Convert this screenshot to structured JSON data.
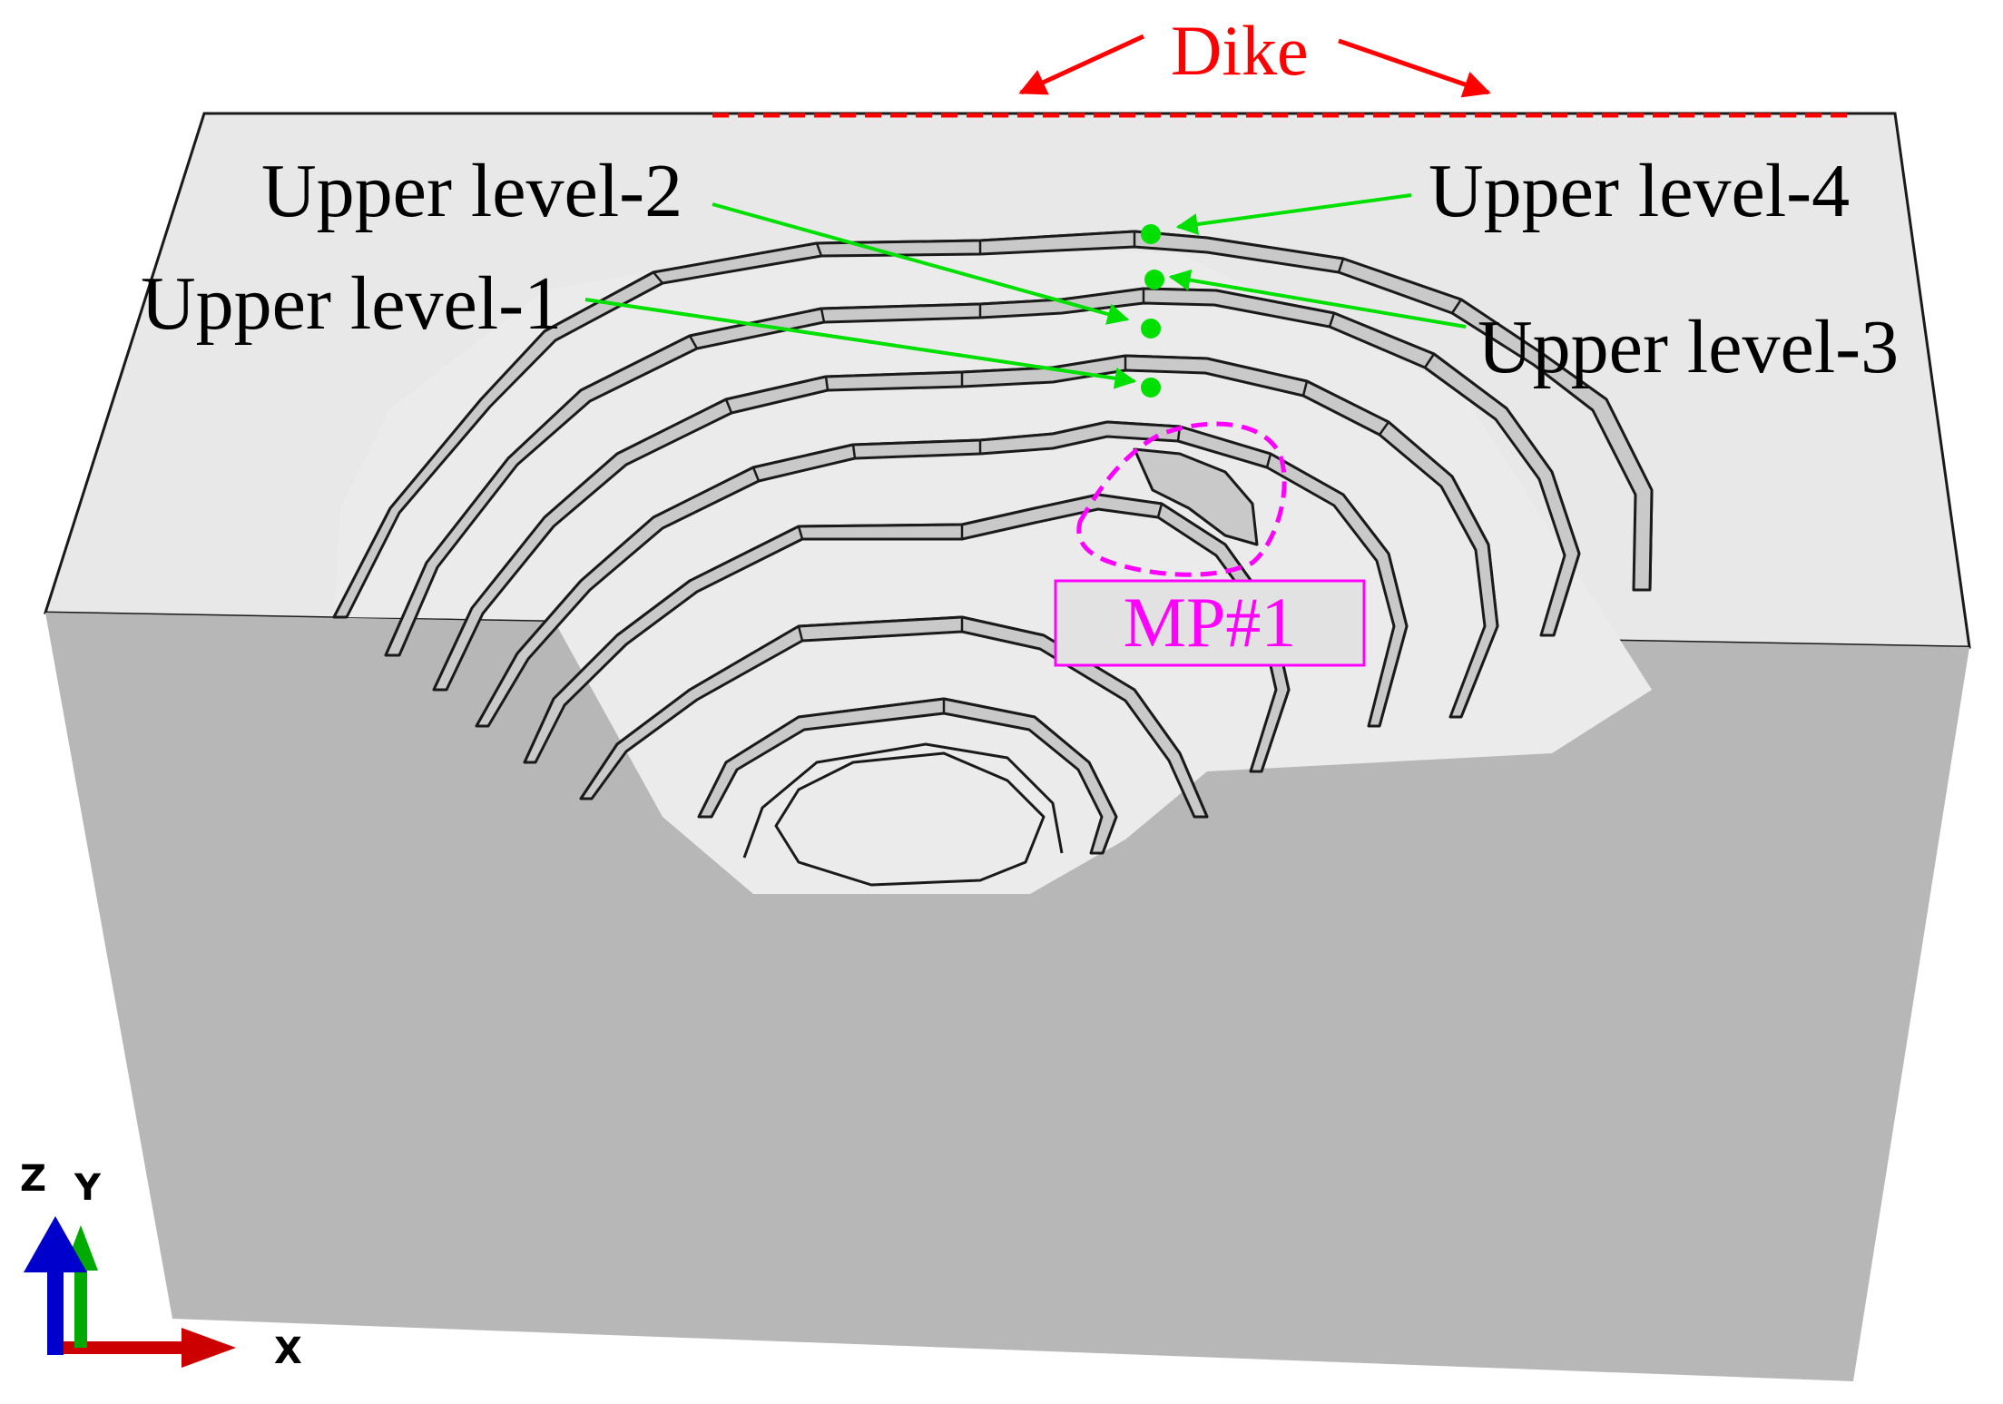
{
  "colors": {
    "top_surface": "#e8e8e8",
    "side_face": "#b7b7b7",
    "bench_face": "#c9c9c9",
    "outline": "#1a1a1a",
    "dike": "#ff0000",
    "monitoring_level": "#00e000",
    "mp_region": "#ff00ff",
    "axis_z": "#0000cc",
    "axis_y": "#00aa00",
    "axis_x": "#cc0000"
  },
  "labels": {
    "dike": "Dike",
    "upper_level_1": "Upper level-1",
    "upper_level_2": "Upper level-2",
    "upper_level_3": "Upper level-3",
    "upper_level_4": "Upper level-4",
    "mp": "MP#1"
  },
  "axes": {
    "z": "Z",
    "y": "Y",
    "x": "X"
  }
}
